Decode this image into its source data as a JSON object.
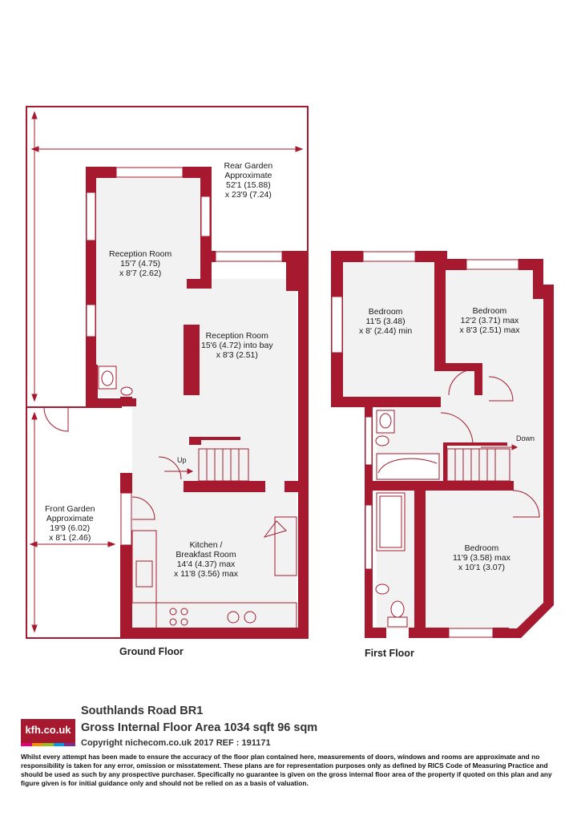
{
  "ground_floor": {
    "title": "Ground Floor",
    "rooms": {
      "rear_garden": [
        "Rear Garden",
        "Approximate",
        "52'1 (15.88)",
        "x 23'9 (7.24)"
      ],
      "reception_1": [
        "Reception Room",
        "15'7 (4.75)",
        "x 8'7 (2.62)"
      ],
      "reception_2": [
        "Reception Room",
        "15'6 (4.72) into bay",
        "x 8'3 (2.51)"
      ],
      "front_garden": [
        "Front Garden",
        "Approximate",
        "19'9 (6.02)",
        "x 8'1 (2.46)"
      ],
      "kitchen": [
        "Kitchen /",
        "Breakfast Room",
        "14'4 (4.37) max",
        "x 11'8 (3.56) max"
      ]
    },
    "stair_label": "Up"
  },
  "first_floor": {
    "title": "First Floor",
    "rooms": {
      "bedroom_1": [
        "Bedroom",
        "11'5 (3.48)",
        "x 8' (2.44) min"
      ],
      "bedroom_2": [
        "Bedroom",
        "12'2 (3.71) max",
        "x 8'3 (2.51) max"
      ],
      "bedroom_3": [
        "Bedroom",
        "11'9 (3.58) max",
        "x 10'1 (3.07)"
      ]
    },
    "stair_label": "Down"
  },
  "footer": {
    "logo_text": "kfh.co.uk",
    "address": "Southlands Road BR1",
    "area": "Gross Internal Floor Area 1034 sqft 96 sqm",
    "copyright": "Copyright nichecom.co.uk 2017 REF : 191171",
    "disclaimer": "Whilst every attempt has been made to ensure the accuracy of the floor plan contained here, measurements of doors, windows and rooms are approximate and no responsibility is taken for any error, omission or misstatement.  These plans are for representation purposes only as defined by RICS Code of Measuring Practice and should be used as such by any prospective purchaser.  Specifically no guarantee is given on the gross internal floor area of the property if quoted on this plan and any figure given is for initial guidance only and should not be relied on as a basis of valuation."
  },
  "colors": {
    "wall": "#a6192e",
    "floor": "#f2f2f2",
    "logo_stripes": [
      "#e5007e",
      "#f39200",
      "#95c11f",
      "#009fe3",
      "#7b2f8e"
    ]
  }
}
